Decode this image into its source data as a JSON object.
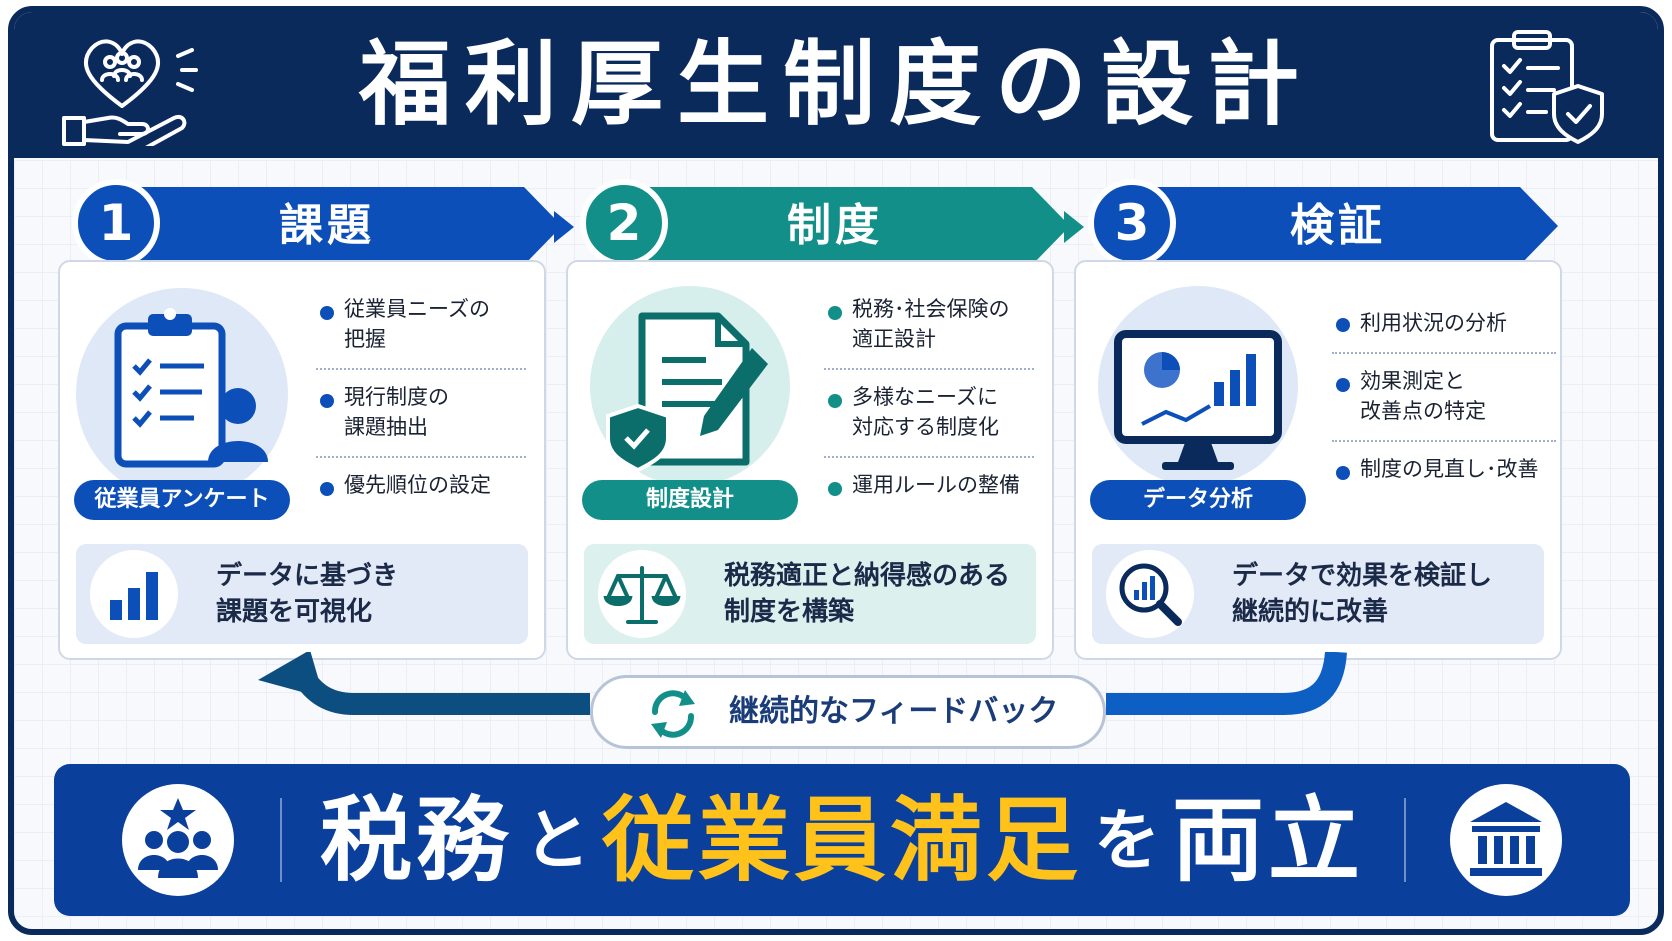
{
  "title": "福利厚生制度の設計",
  "colors": {
    "navy": "#0b2a5c",
    "blue": "#0d4fb8",
    "teal": "#138f8a",
    "accent_yellow": "#ffc21a"
  },
  "header_icons": [
    "hand-heart-people-icon",
    "clipboard-shield-check-icon"
  ],
  "steps": [
    {
      "number": "1",
      "title": "課題",
      "illustration_icon": "clipboard-person-icon",
      "illustration_label": "従業員アンケート",
      "bullets": [
        {
          "line1": "従業員ニーズの",
          "line2": "把握"
        },
        {
          "line1": "現行制度の",
          "line2": "課題抽出"
        },
        {
          "line1": "優先順位の設定",
          "line2": ""
        }
      ],
      "summary_icon": "bar-chart-icon",
      "summary": {
        "line1": "データに基づき",
        "line2": "課題を可視化"
      }
    },
    {
      "number": "2",
      "title": "制度",
      "illustration_icon": "document-pen-shield-icon",
      "illustration_label": "制度設計",
      "bullets": [
        {
          "line1": "税務･社会保険の",
          "line2": "適正設計"
        },
        {
          "line1": "多様なニーズに",
          "line2": "対応する制度化"
        },
        {
          "line1": "運用ルールの整備",
          "line2": ""
        }
      ],
      "summary_icon": "balance-scale-icon",
      "summary": {
        "line1": "税務適正と納得感のある",
        "line2": "制度を構築"
      }
    },
    {
      "number": "3",
      "title": "検証",
      "illustration_icon": "monitor-analytics-icon",
      "illustration_label": "データ分析",
      "bullets": [
        {
          "line1": "利用状況の分析",
          "line2": ""
        },
        {
          "line1": "効果測定と",
          "line2": "改善点の特定"
        },
        {
          "line1": "制度の見直し･改善",
          "line2": ""
        }
      ],
      "summary_icon": "magnifier-chart-icon",
      "summary": {
        "line1": "データで効果を検証し",
        "line2": "継続的に改善"
      }
    }
  ],
  "feedback": {
    "label": "継続的なフィードバック",
    "icon": "refresh-cycle-icon"
  },
  "banner": {
    "part1": "税務",
    "connector1": "と",
    "highlight": "従業員満足",
    "connector2": "を",
    "part2": "両立",
    "left_icon": "people-star-icon",
    "right_icon": "bank-building-icon"
  }
}
